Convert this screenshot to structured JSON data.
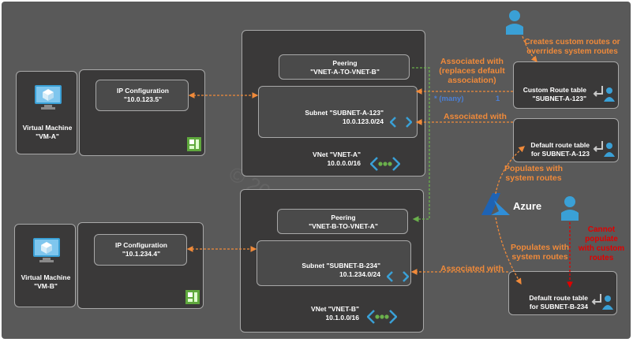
{
  "watermark": "© 2020 FastReroute",
  "vnet_a": {
    "vm_label": "Virtual Machine\n\"VM-A\"",
    "ip_config": "IP Configuration\n\"10.0.123.5\"",
    "peering": "Peering\n\"VNET-A-TO-VNET-B\"",
    "subnet": "Subnet \"SUBNET-A-123\"\n10.0.123.0/24",
    "vnet": "VNet \"VNET-A\"\n10.0.0.0/16"
  },
  "vnet_b": {
    "vm_label": "Virtual Machine\n\"VM-B\"",
    "ip_config": "IP Configuration\n\"10.1.234.4\"",
    "peering": "Peering\n\"VNET-B-TO-VNET-A\"",
    "subnet": "Subnet \"SUBNET-B-234\"\n10.1.234.0/24",
    "vnet": "VNet \"VNET-B\"\n10.1.0.0/16"
  },
  "route_tables": {
    "custom_a": "Custom Route table\n\"SUBNET-A-123\"",
    "default_a": "Default route table\nfor SUBNET-A-123",
    "default_b": "Default route table\nfor SUBNET-B-234"
  },
  "annotations": {
    "creates": "Creates custom routes or\noverrides system routes",
    "assoc_replaces": "Associated with\n(replaces default\nassociation)",
    "many": "* (many)",
    "one": "1",
    "assoc_a": "Associated with",
    "populates_a": "Populates with\nsystem routes",
    "azure": "Azure",
    "cannot": "Cannot\npopulate\nwith custom\nroutes",
    "populates_b": "Populates with\nsystem routes",
    "assoc_b": "Associated with"
  },
  "colors": {
    "background": "#595959",
    "box_dark": "#3a3939",
    "annotation": "#f08a3a",
    "cannot": "#e00000",
    "peering_link": "#6ab04c",
    "azure_blue": "#1e63b4"
  },
  "icons": [
    "virtual-machine-icon",
    "network-interface-icon",
    "vnet-icon",
    "subnet-icon",
    "user-icon",
    "route-table-icon",
    "azure-logo-icon"
  ]
}
